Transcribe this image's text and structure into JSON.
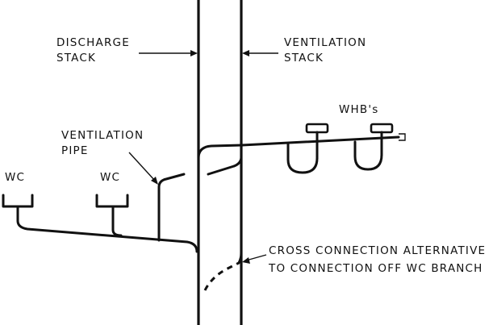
{
  "labels": {
    "discharge_stack_line1": "DISCHARGE",
    "discharge_stack_line2": "STACK",
    "ventilation_stack_line1": "VENTILATION",
    "ventilation_stack_line2": "STACK",
    "ventilation_pipe_line1": "VENTILATION",
    "ventilation_pipe_line2": "PIPE",
    "wc_left": "WC",
    "wc_right": "WC",
    "whbs": "WHB's",
    "cross_connection_line1": "CROSS CONNECTION ALTERNATIVE",
    "cross_connection_line2": "TO CONNECTION OFF WC BRANCH"
  }
}
